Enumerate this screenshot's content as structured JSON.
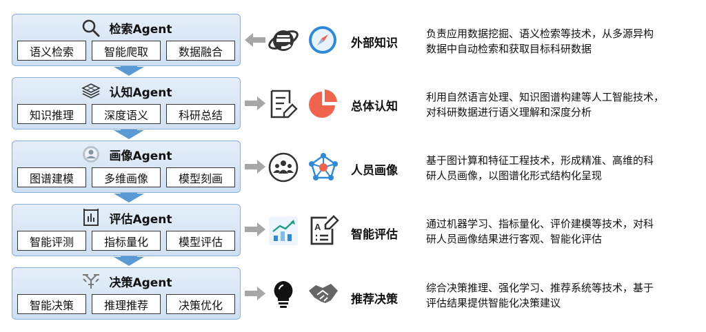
{
  "rows": [
    {
      "agent_title": "检索Agent",
      "tags": [
        "语义检索",
        "智能爬取",
        "数据融合"
      ],
      "label": "外部知识",
      "desc_line1": "负责应用数据挖掘、语义检索等技术，从多源异构",
      "desc_line2": "数据中自动检索和获取目标科研数据",
      "agent_icon": "search-icon",
      "icon_a": "internet-explorer-icon",
      "icon_b": "safari-compass-icon"
    },
    {
      "agent_title": "认知Agent",
      "tags": [
        "知识推理",
        "深度语义",
        "科研总结"
      ],
      "label": "总体认知",
      "desc_line1": "利用自然语言处理、知识图谱构建等人工智能技术，",
      "desc_line2": "对科研数据进行语义理解和深度分析",
      "agent_icon": "layers-icon",
      "icon_a": "document-edit-icon",
      "icon_b": "pie-chart-icon"
    },
    {
      "agent_title": "画像Agent",
      "tags": [
        "图谱建模",
        "多维画像",
        "模型刻画"
      ],
      "label": "人员画像",
      "desc_line1": "基于图计算和特征工程技术，形成精准、高维的科",
      "desc_line2": "研人员画像，以图谱化形式结构化呈现",
      "agent_icon": "profile-icon",
      "icon_a": "group-icon",
      "icon_b": "network-graph-icon"
    },
    {
      "agent_title": "评估Agent",
      "tags": [
        "智能评测",
        "指标量化",
        "模型评估"
      ],
      "label": "智能评估",
      "desc_line1": "通过机器学习、指标量化、评价建模等技术，对科",
      "desc_line2": "研人员画像结果进行客观、智能化评估",
      "agent_icon": "report-chart-icon",
      "icon_a": "trend-chart-icon",
      "icon_b": "evaluation-form-icon"
    },
    {
      "agent_title": "决策Agent",
      "tags": [
        "智能决策",
        "推理推荐",
        "决策优化"
      ],
      "label": "推荐决策",
      "desc_line1": "综合决策推理、强化学习、推荐系统等技术，基于",
      "desc_line2": "评估结果提供智能化决策建议",
      "agent_icon": "decision-branch-icon",
      "icon_a": "lightbulb-icon",
      "icon_b": "handshake-icon"
    }
  ],
  "colors": {
    "box_fill": "#d6e5f5",
    "box_border": "#8ab0d8",
    "flow_arrow": "#5b9bd5",
    "side_arrow": "#a6a6a6",
    "accent_red": "#f0634d",
    "accent_blue": "#2e8ad8"
  }
}
